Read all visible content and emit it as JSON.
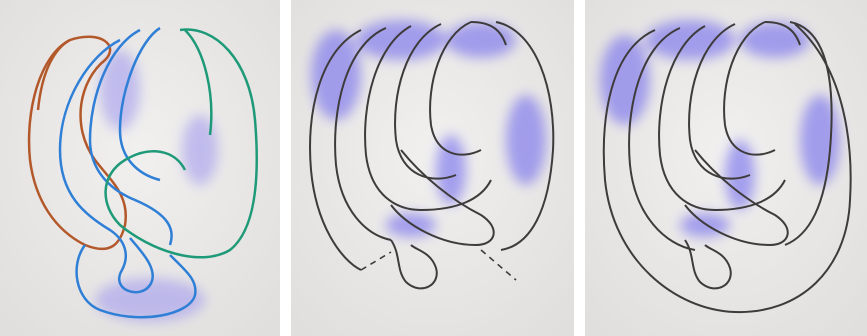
{
  "panels": [
    {
      "name": "colored-strand-drawing"
    },
    {
      "name": "pencil-drawing-with-dashed-cuts"
    },
    {
      "name": "pencil-drawing-closed"
    }
  ],
  "colors": {
    "paper": "#ecebea",
    "shade": "#7c74ee",
    "pencil": "#3e3b3b",
    "orange": "#b3582a",
    "blue": "#2f7fd6",
    "green": "#1f9a78"
  }
}
